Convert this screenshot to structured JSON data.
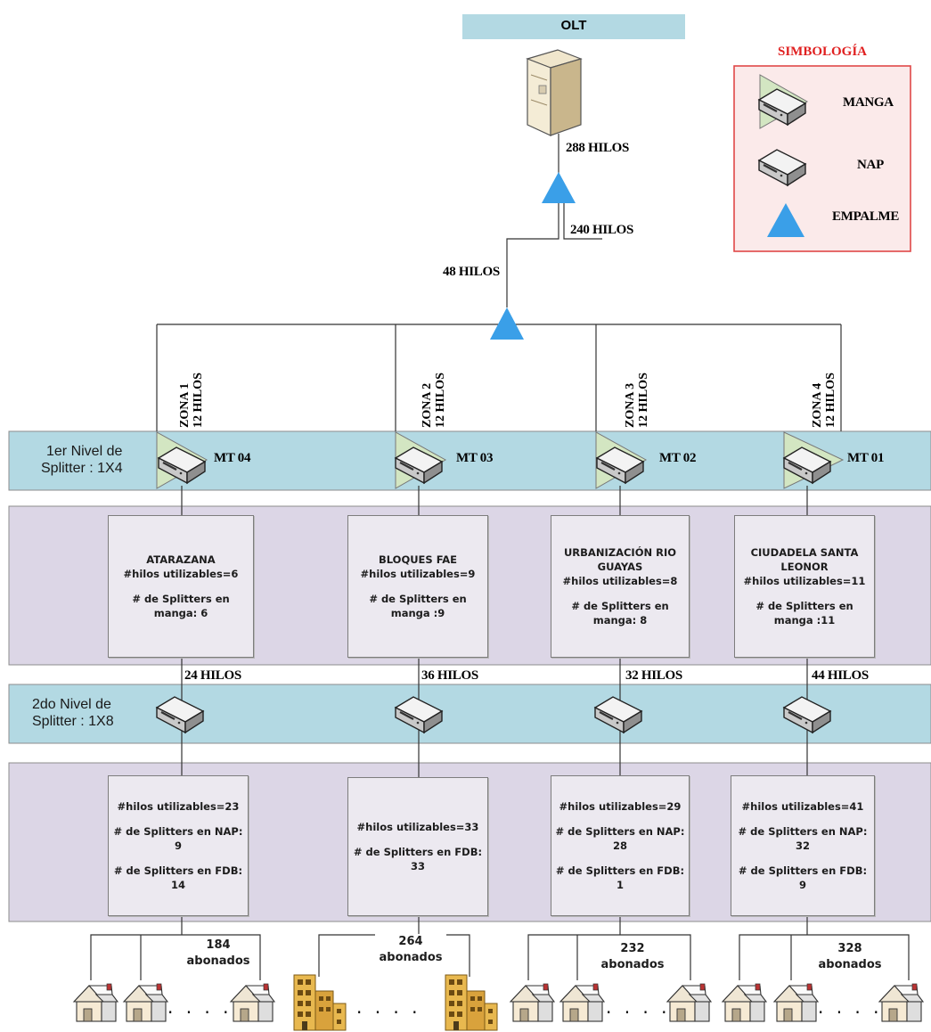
{
  "header": {
    "olt": "OLT"
  },
  "legend": {
    "title": "SIMBOLOGÍA",
    "items": [
      {
        "label": "MANGA",
        "icon": "manga-icon"
      },
      {
        "label": "NAP",
        "icon": "nap-icon"
      },
      {
        "label": "EMPALME",
        "icon": "empalme-icon"
      }
    ]
  },
  "trunk": {
    "main": "288 HILOS",
    "branch": "240 HILOS",
    "feed": "48 HILOS"
  },
  "levels": {
    "first": {
      "line1": "1er Nivel de",
      "line2": "Splitter : 1X4"
    },
    "second": {
      "line1": "2do Nivel de",
      "line2": "Splitter : 1X8"
    }
  },
  "zones": [
    {
      "zona": "ZONA 1",
      "hilos": "12 HILOS",
      "mt": "MT 04",
      "box1": [
        "ATARAZANA",
        "#hilos utilizables=6",
        "",
        "# de Splitters en",
        "manga: 6"
      ],
      "link": "24 HILOS",
      "box2": [
        "#hilos utilizables=23",
        "",
        "# de Splitters en NAP: 9",
        "",
        "# de Splitters en FDB:",
        "14"
      ],
      "subs": [
        "184",
        "abonados"
      ],
      "type": "houses"
    },
    {
      "zona": "ZONA 2",
      "hilos": "12 HILOS",
      "mt": "MT 03",
      "box1": [
        "BLOQUES FAE",
        "#hilos utilizables=9",
        "",
        "# de Splitters en",
        "manga :9"
      ],
      "link": "36 HILOS",
      "box2": [
        "#hilos utilizables=33",
        "",
        "# de Splitters en FDB:",
        "33"
      ],
      "subs": [
        "264",
        "abonados"
      ],
      "type": "buildings"
    },
    {
      "zona": "ZONA 3",
      "hilos": "12 HILOS",
      "mt": "MT 02",
      "box1": [
        "URBANIZACIÓN RIO",
        "GUAYAS",
        "#hilos utilizables=8",
        "",
        "# de Splitters en",
        "manga: 8"
      ],
      "link": "32 HILOS",
      "box2": [
        "#hilos utilizables=29",
        "",
        "# de Splitters en NAP:",
        "28",
        "",
        "# de Splitters en FDB: 1"
      ],
      "subs": [
        "232",
        "abonados"
      ],
      "type": "houses"
    },
    {
      "zona": "ZONA 4",
      "hilos": "12 HILOS",
      "mt": "MT 01",
      "box1": [
        "CIUDADELA SANTA",
        "LEONOR",
        "#hilos utilizables=11",
        "",
        "# de Splitters en",
        "manga :11"
      ],
      "link": "44 HILOS",
      "box2": [
        "#hilos utilizables=41",
        "",
        "# de Splitters en NAP:",
        "32",
        "",
        "# de Splitters en FDB: 9"
      ],
      "subs": [
        "328",
        "abonados"
      ],
      "type": "houses"
    }
  ],
  "dots": "· · · ·",
  "colors": {
    "band_blue": "#b3d9e3",
    "band_purple": "#dcd6e6",
    "empalme": "#3a9fe8",
    "manga": "#d3e6c2",
    "legend_border": "#e04848",
    "legend_title": "#e02020",
    "olt_bar": "#b3d9e3"
  }
}
